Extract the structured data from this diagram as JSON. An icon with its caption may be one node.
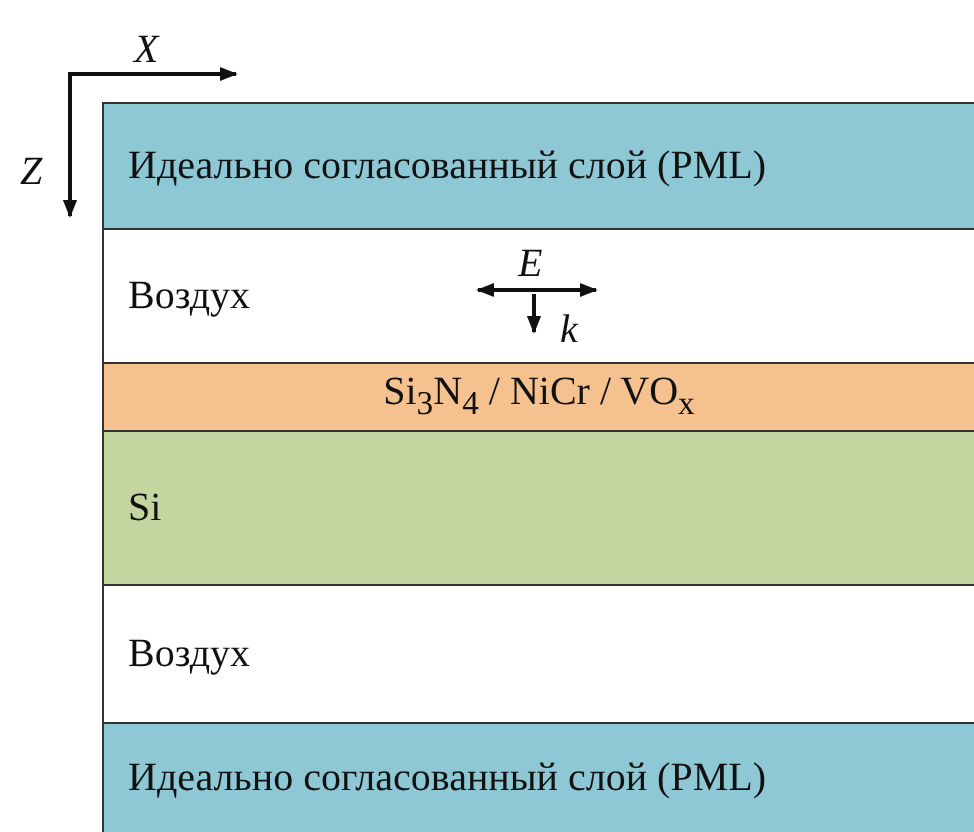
{
  "diagram": {
    "nodes": [
      {
        "text": [
          "Идеально согласованный слой (PML)"
        ]
      },
      {
        "text": [
          "Воздух"
        ]
      },
      {
        "text": [
          "Si$_{3}$N$_{4}$ / NiCr / VO$_{x}$"
        ]
      },
      {
        "text": [
          "Si"
        ]
      },
      {
        "text": [
          "Воздух"
        ]
      },
      {
        "text": [
          "Идеально согласованный слой (PML)"
        ]
      }
    ],
    "labels": [
      "X",
      "Z",
      "E",
      "k"
    ]
  }
}
